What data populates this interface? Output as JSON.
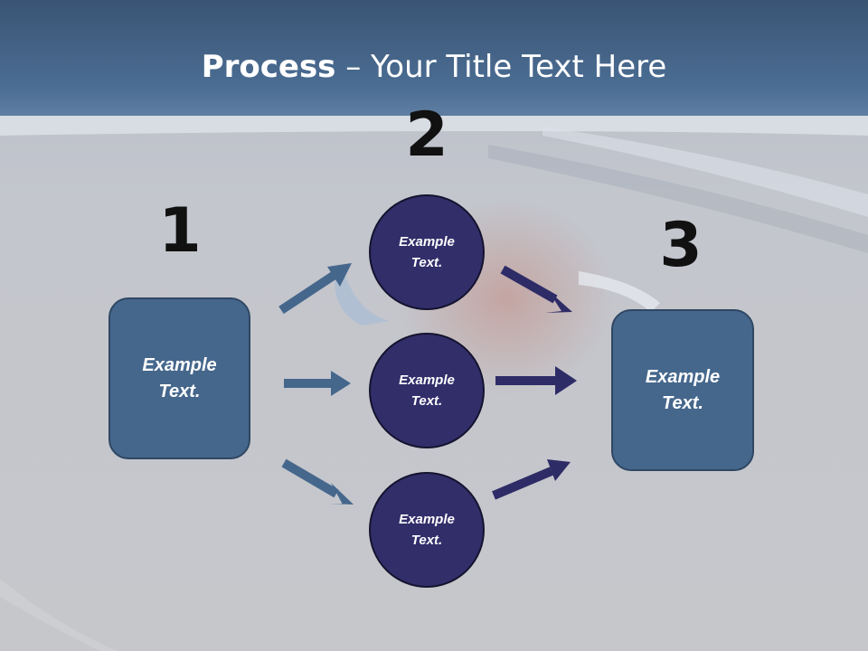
{
  "title": {
    "bold": "Process",
    "rest": " – Your Title Text Here"
  },
  "steps": {
    "one": "1",
    "two": "2",
    "three": "3"
  },
  "left_box": {
    "line1": "Example",
    "line2": "Text."
  },
  "right_box": {
    "line1": "Example",
    "line2": "Text."
  },
  "circles": [
    {
      "line1": "Example",
      "line2": "Text."
    },
    {
      "line1": "Example",
      "line2": "Text."
    },
    {
      "line1": "Example",
      "line2": "Text."
    }
  ],
  "colors": {
    "box_fill": "#46678c",
    "circle_fill": "#322e6a",
    "arrow_left": "#46678c",
    "arrow_right": "#2e2c66"
  }
}
